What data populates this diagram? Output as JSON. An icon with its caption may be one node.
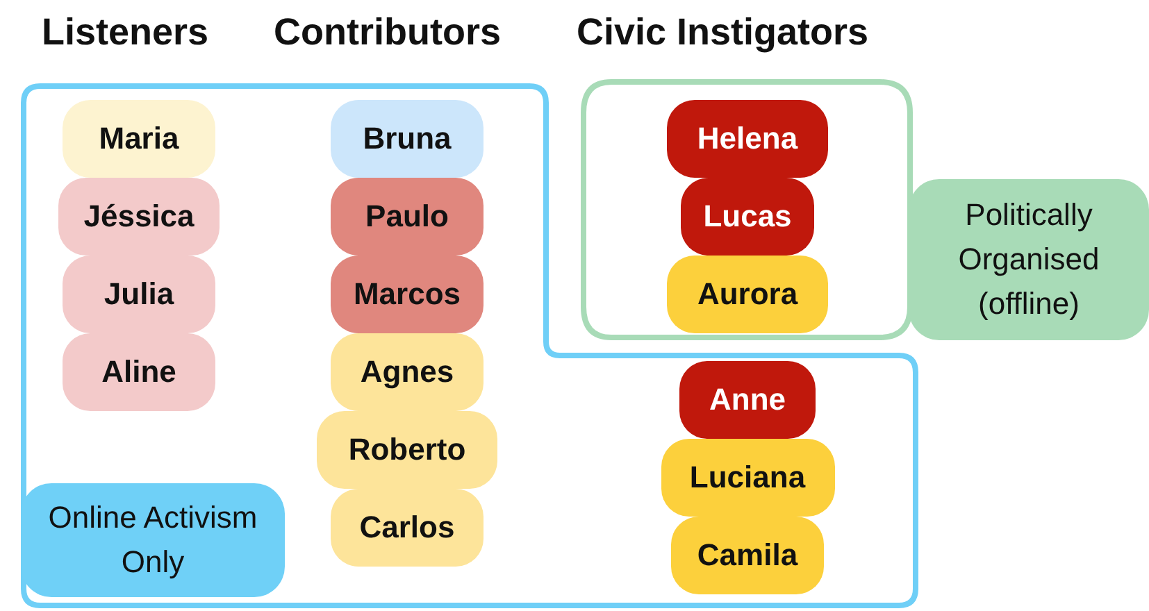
{
  "diagram": {
    "nodes": [
      {
        "text": [
          "Online Activism Only"
        ]
      },
      {
        "text": [
          "Maria"
        ],
        "in": 0
      },
      {
        "text": [
          "Jéssica"
        ],
        "in": 0
      },
      {
        "text": [
          "Julia"
        ],
        "in": 0
      },
      {
        "text": [
          "Aline"
        ],
        "in": 0
      },
      {
        "text": [
          "Bruna"
        ],
        "in": 0
      },
      {
        "text": [
          "Paulo"
        ],
        "in": 0
      },
      {
        "text": [
          "Marcos"
        ],
        "in": 0
      },
      {
        "text": [
          "Agnes"
        ],
        "in": 0
      },
      {
        "text": [
          "Roberto"
        ],
        "in": 0
      },
      {
        "text": [
          "Carlos"
        ],
        "in": 0
      },
      {
        "text": [
          "Politically Organised (offline)"
        ]
      },
      {
        "text": [
          "Helena"
        ],
        "in": 11
      },
      {
        "text": [
          "Lucas"
        ],
        "in": 11
      },
      {
        "text": [
          "Aurora"
        ],
        "in": 11
      },
      {
        "text": [
          "Anne"
        ],
        "in": 0
      },
      {
        "text": [
          "Luciana"
        ],
        "in": 0
      },
      {
        "text": [
          "Camila"
        ],
        "in": 0
      }
    ],
    "edges": [],
    "labels": [
      "Listeners",
      "Contributors",
      "Civic Instigators"
    ]
  }
}
